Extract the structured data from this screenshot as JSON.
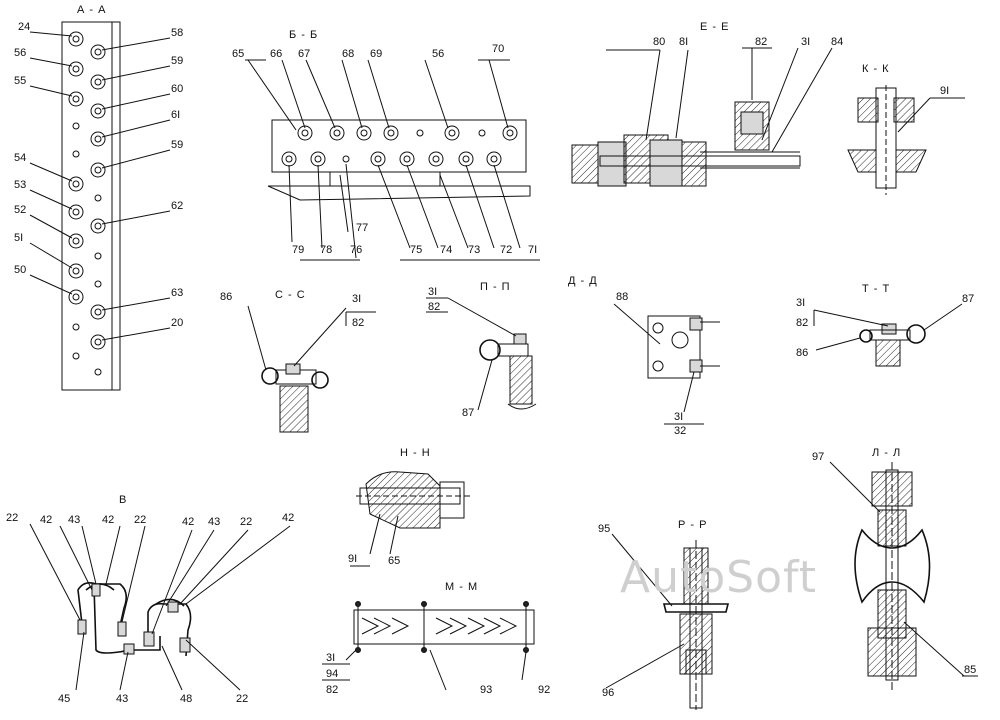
{
  "sections": {
    "aa": {
      "title": "А - А",
      "labels": [
        "24",
        "56",
        "55",
        "54",
        "53",
        "52",
        "5I",
        "50",
        "58",
        "59",
        "60",
        "6I",
        "59",
        "62",
        "63",
        "20"
      ]
    },
    "bb": {
      "title": "Б - Б",
      "top": [
        "65",
        "66",
        "67",
        "68",
        "69",
        "56",
        "70"
      ],
      "bottom": [
        "79",
        "78",
        "77",
        "76",
        "75",
        "74",
        "73",
        "72",
        "7I"
      ]
    },
    "ee": {
      "title": "Е - Е",
      "labels": [
        "80",
        "8I",
        "82",
        "3I",
        "84"
      ]
    },
    "kk": {
      "title": "К - К",
      "labels": [
        "9I"
      ]
    },
    "cc": {
      "title": "С - С",
      "labels": [
        "86",
        "3I",
        "82"
      ]
    },
    "pp": {
      "title": "П - П",
      "labels": [
        "3I",
        "82",
        "87"
      ]
    },
    "dd": {
      "title": "Д - Д",
      "labels": [
        "88",
        "3I",
        "32"
      ]
    },
    "tt": {
      "title": "Т - Т",
      "labels": [
        "3I",
        "82",
        "86",
        "87"
      ]
    },
    "ll": {
      "title": "Л - Л",
      "labels": [
        "97",
        "85"
      ]
    },
    "v": {
      "title": "В",
      "labels": [
        "22",
        "42",
        "43",
        "42",
        "22",
        "42",
        "43",
        "22",
        "42",
        "45",
        "43",
        "48",
        "22"
      ]
    },
    "hh": {
      "title": "Н - Н",
      "labels": [
        "9I",
        "65"
      ]
    },
    "mm": {
      "title": "М - М",
      "labels": [
        "3I",
        "94",
        "82",
        "93",
        "92"
      ]
    },
    "rr": {
      "title": "Р - Р",
      "labels": [
        "95",
        "96"
      ]
    }
  },
  "watermark": "AutoSoft"
}
